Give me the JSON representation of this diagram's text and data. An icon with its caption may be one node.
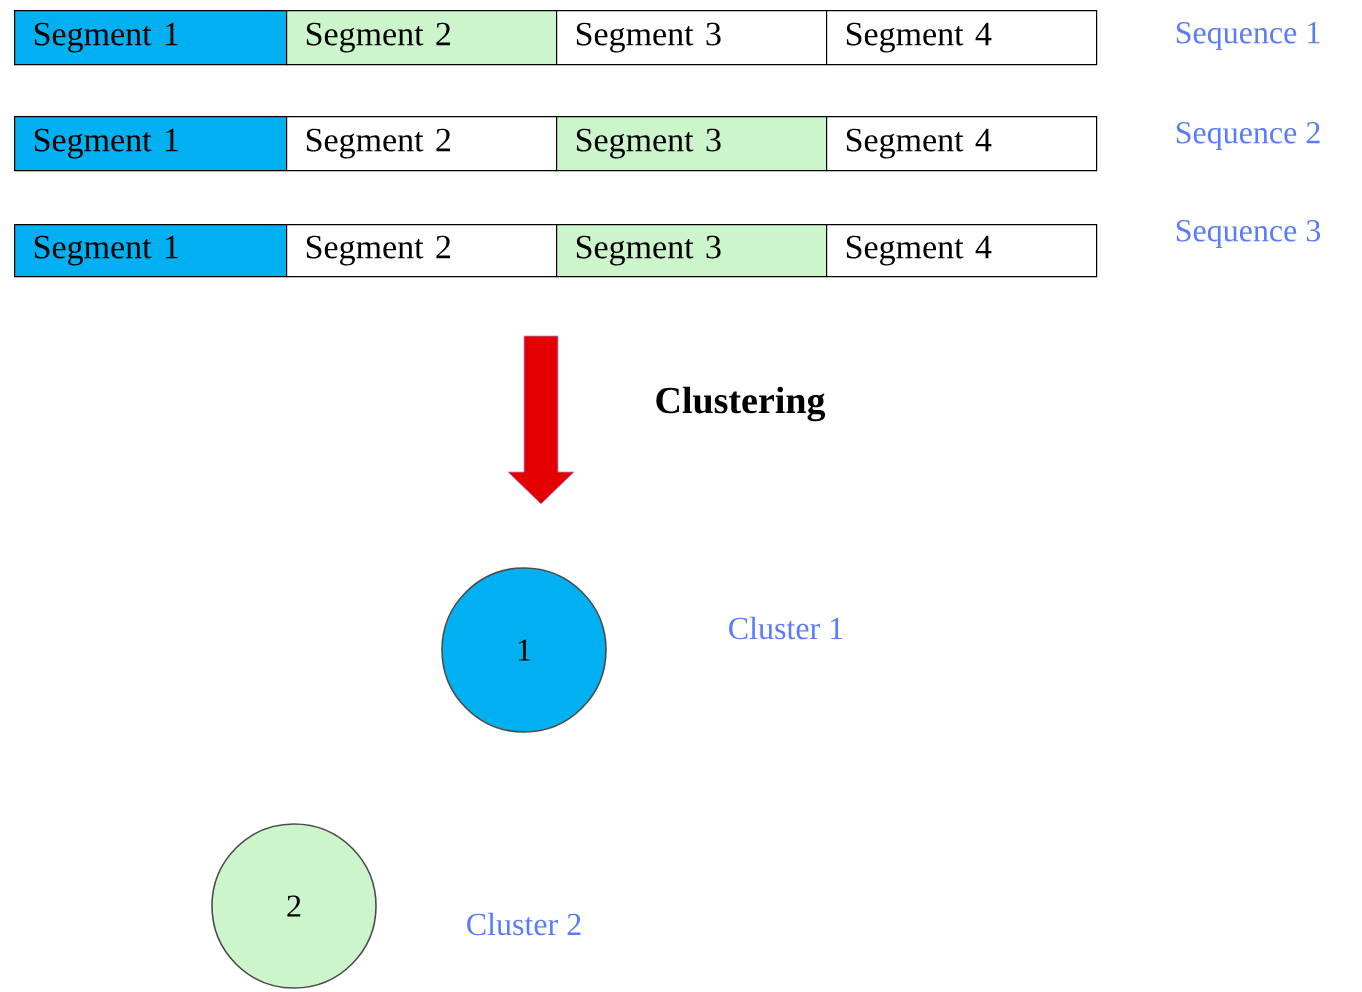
{
  "diagram": {
    "nodes": [
      {
        "text": [
          "Segment 1"
        ]
      },
      {
        "text": [
          "Segment 2"
        ]
      },
      {
        "text": [
          "Segment 3"
        ]
      },
      {
        "text": [
          "Segment 4"
        ]
      },
      {
        "text": [
          "Segment 1"
        ]
      },
      {
        "text": [
          "Segment 2"
        ]
      },
      {
        "text": [
          "Segment 3"
        ]
      },
      {
        "text": [
          "Segment 4"
        ]
      },
      {
        "text": [
          "Segment 1"
        ]
      },
      {
        "text": [
          "Segment 2"
        ]
      },
      {
        "text": [
          "Segment 3"
        ]
      },
      {
        "text": [
          "Segment 4"
        ]
      },
      {
        "text": [
          "1"
        ],
        "beside": [
          "Cluster 1"
        ]
      },
      {
        "text": [
          "2"
        ],
        "beside": [
          "Cluster 2"
        ]
      }
    ],
    "labels": [
      "Sequence 1",
      "Sequence 2",
      "Sequence 3",
      "Clustering"
    ]
  }
}
